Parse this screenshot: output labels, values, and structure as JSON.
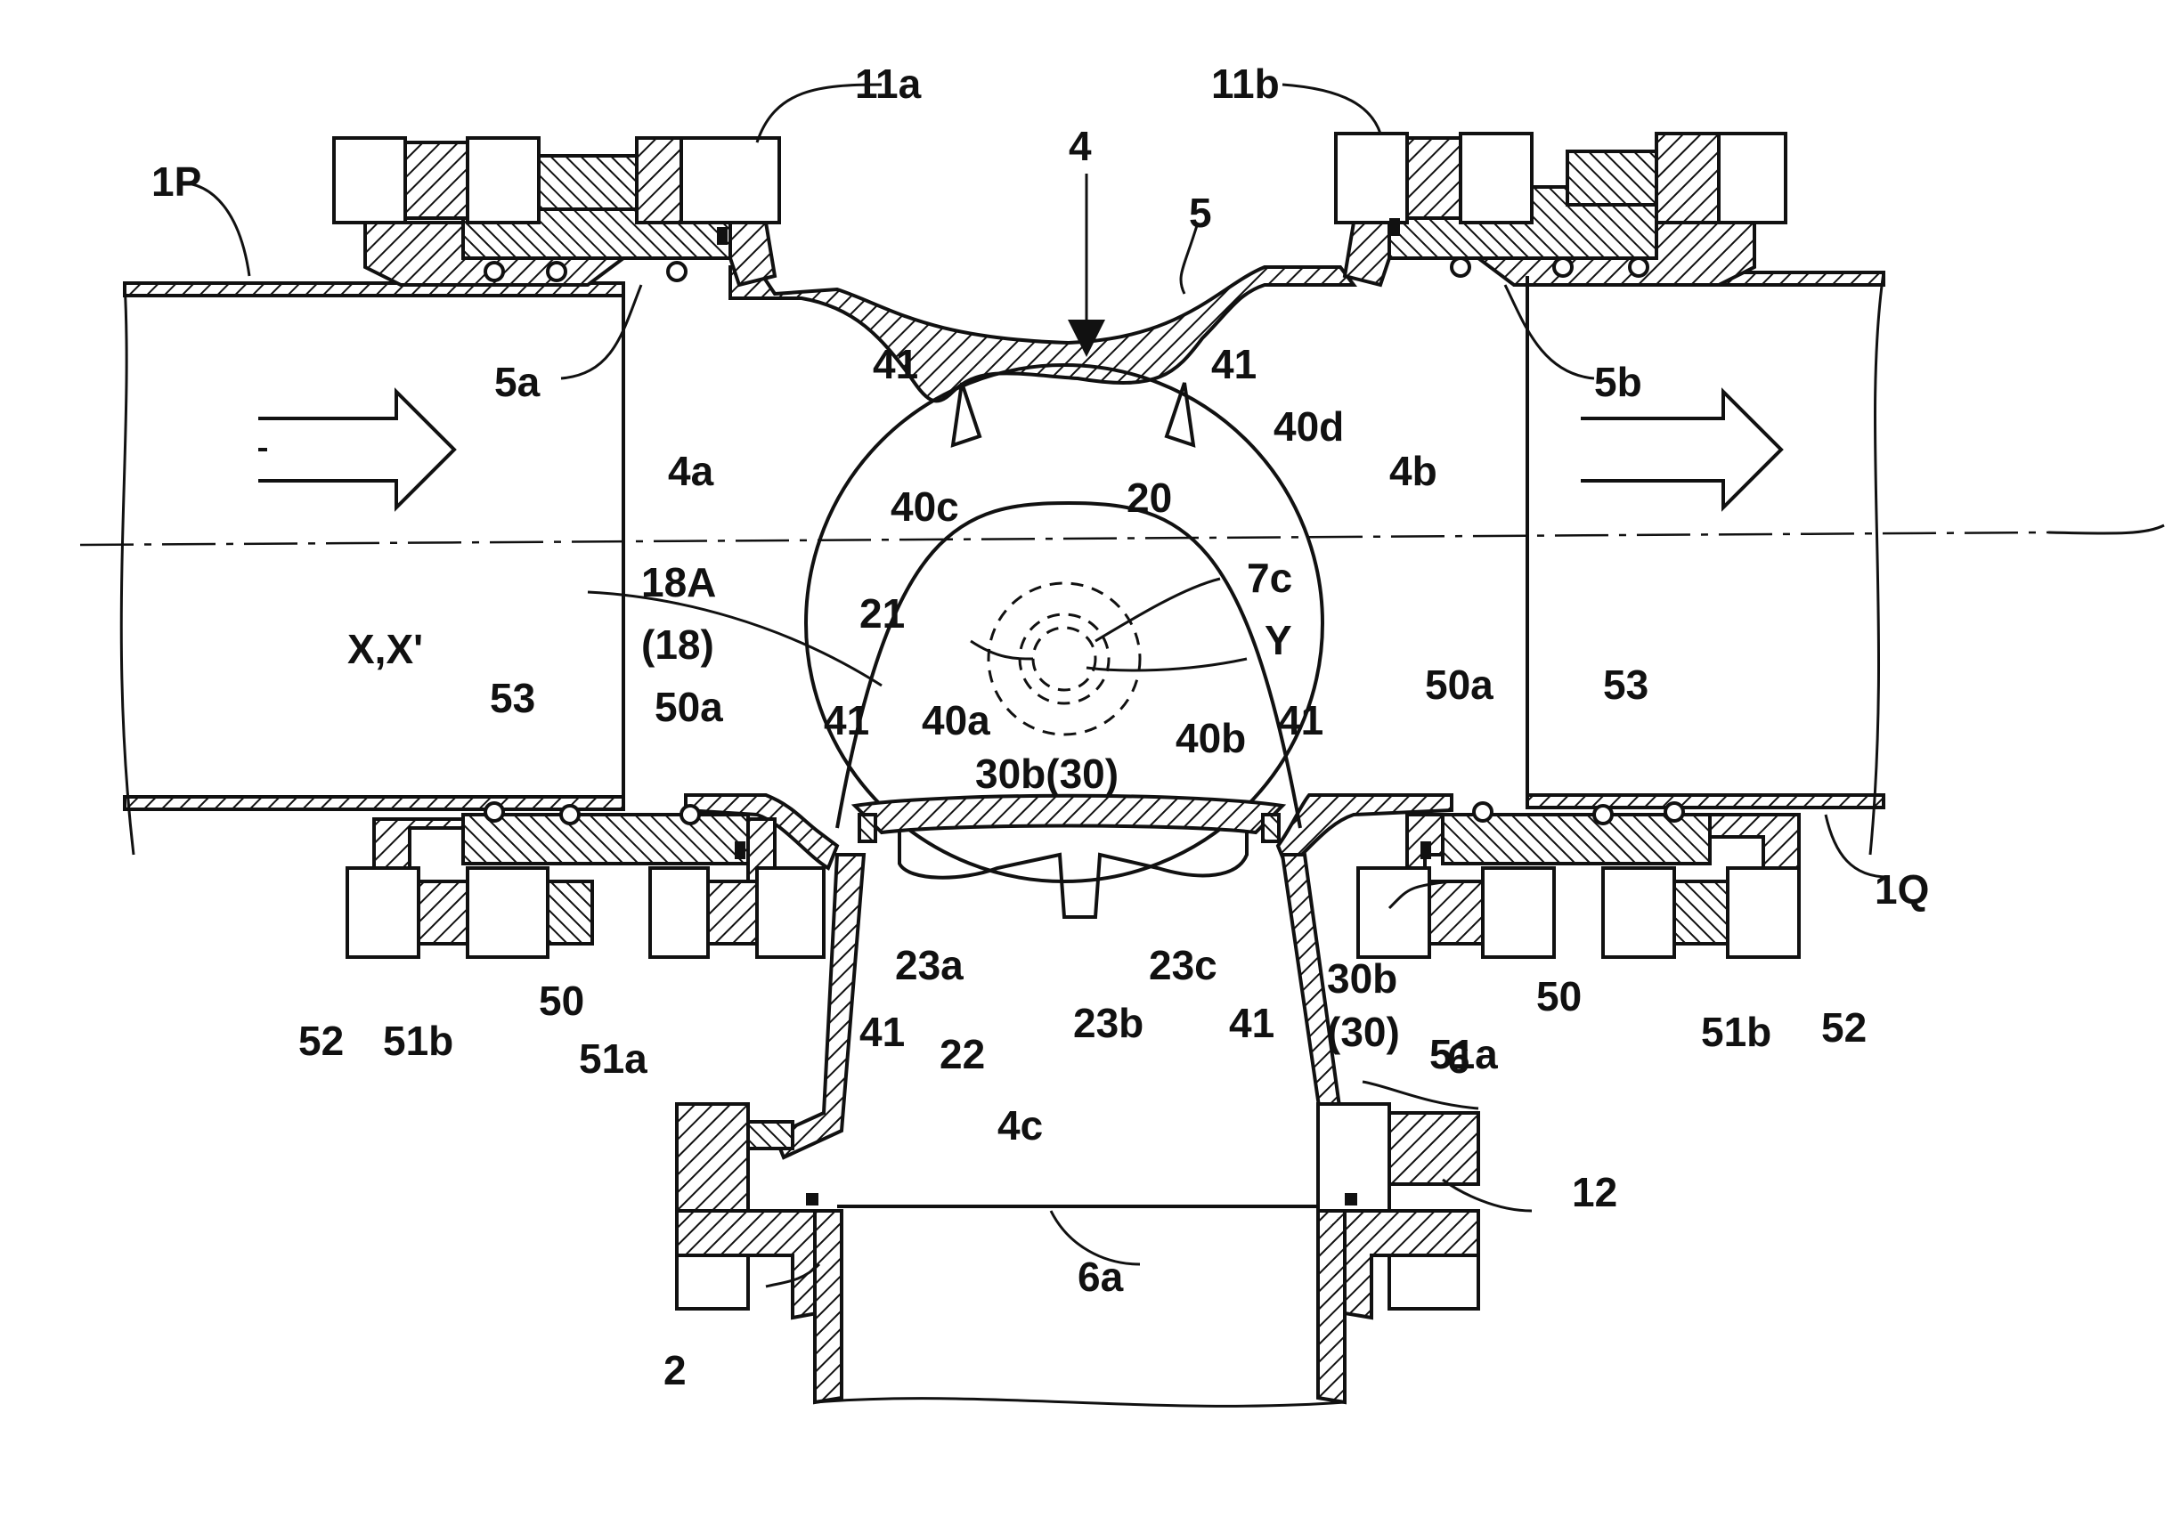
{
  "labels": {
    "l_1P": "1P",
    "l_1Q": "1Q",
    "l_11a": "11a",
    "l_11b": "11b",
    "l_4": "4",
    "l_5": "5",
    "l_5a": "5a",
    "l_5b": "5b",
    "l_4a": "4a",
    "l_4b": "4b",
    "l_4c": "4c",
    "l_41_tl": "41",
    "l_41_tr": "41",
    "l_41_ml": "41",
    "l_41_mr": "41",
    "l_41_bl": "41",
    "l_41_br": "41",
    "l_40c": "40c",
    "l_40d": "40d",
    "l_40a": "40a",
    "l_40b": "40b",
    "l_20": "20",
    "l_7c": "7c",
    "l_Y": "Y",
    "l_21": "21",
    "l_18A": "18A",
    "l_18": "(18)",
    "l_XX": "X,X'",
    "l_53_l": "53",
    "l_53_r": "53",
    "l_50a_l": "50a",
    "l_50a_r": "50a",
    "l_30b30": "30b(30)",
    "l_30b": "30b",
    "l_30": "(30)",
    "l_23a": "23a",
    "l_23b": "23b",
    "l_23c": "23c",
    "l_22": "22",
    "l_50_l": "50",
    "l_50_r": "50",
    "l_51a_l": "51a",
    "l_51a_r": "51a",
    "l_51b_l": "51b",
    "l_51b_r": "51b",
    "l_52_l": "52",
    "l_52_r": "52",
    "l_6": "6",
    "l_6a": "6a",
    "l_12": "12",
    "l_2": "2"
  }
}
